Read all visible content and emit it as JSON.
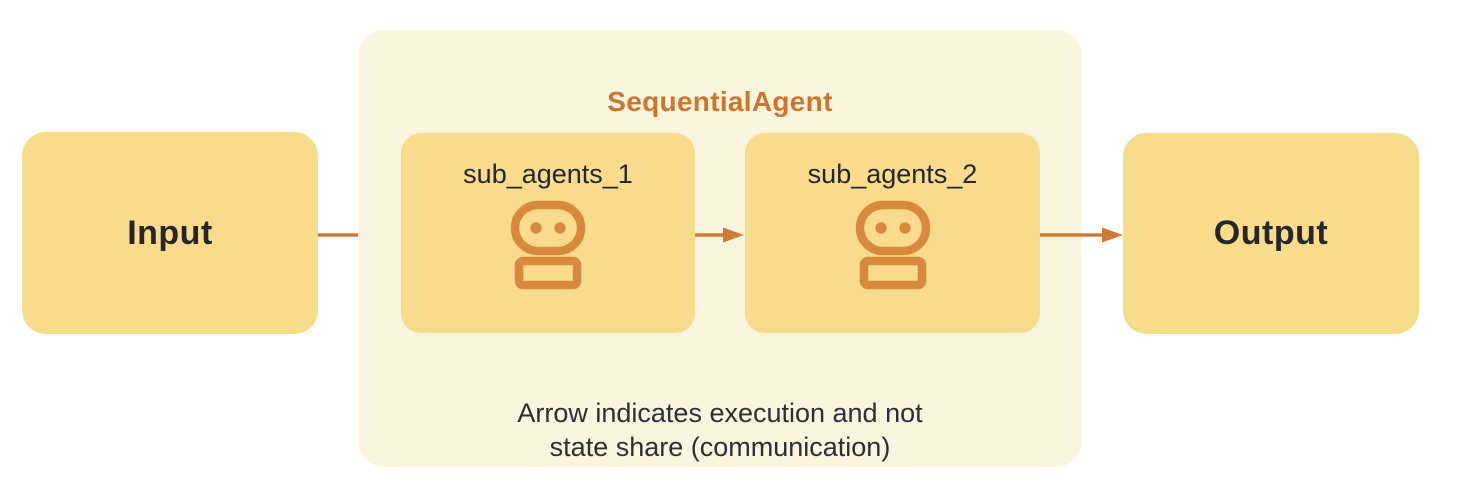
{
  "diagram": {
    "input_label": "Input",
    "output_label": "Output",
    "container_title": "SequentialAgent",
    "sub_agents": [
      {
        "label": "sub_agents_1"
      },
      {
        "label": "sub_agents_2"
      }
    ],
    "note_line1": "Arrow indicates execution and not",
    "note_line2": "state share (communication)",
    "icons": {
      "sub_agent_icon": "robot-icon"
    },
    "colors": {
      "node_fill": "#F8DC8C",
      "group_fill": "#FBF4DE",
      "title_orange": "#CE752D",
      "icon_orange": "#D8893E",
      "arrow_orange": "#CF7B33",
      "text_dark": "#26262C",
      "background": "#FFFFFF"
    }
  }
}
